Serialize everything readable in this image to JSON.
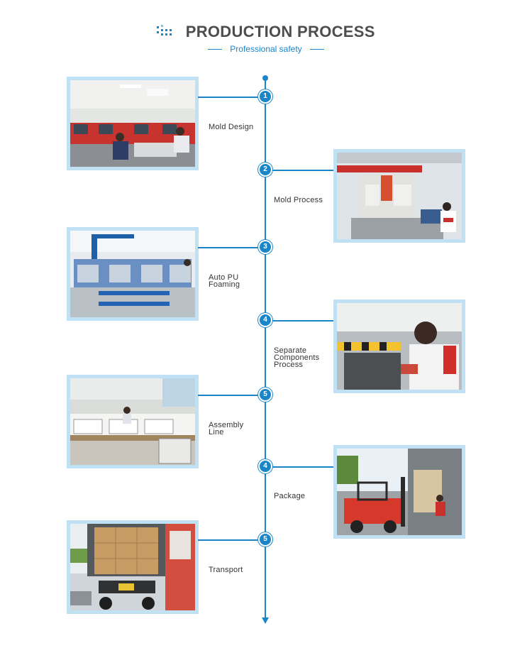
{
  "header": {
    "title": "PRODUCTION PROCESS",
    "subtitle": "Professional safety"
  },
  "colors": {
    "accent": "#1a86c8",
    "frame": "#bfe1f3",
    "title": "#4d4d4d"
  },
  "steps": [
    {
      "number": "1",
      "label_lines": [
        "Mold Design"
      ],
      "side": "left",
      "icon": "office-photo"
    },
    {
      "number": "2",
      "label_lines": [
        "Mold Process"
      ],
      "side": "right",
      "icon": "cnc-machine-photo"
    },
    {
      "number": "3",
      "label_lines": [
        "Auto PU",
        "Foaming"
      ],
      "side": "left",
      "icon": "foaming-line-photo"
    },
    {
      "number": "4",
      "label_lines": [
        "Separate",
        "Components",
        "Process"
      ],
      "side": "right",
      "icon": "worker-photo"
    },
    {
      "number": "5",
      "label_lines": [
        "Assembly",
        "Line"
      ],
      "side": "left",
      "icon": "assembly-line-photo"
    },
    {
      "number": "4",
      "label_lines": [
        "Package"
      ],
      "side": "right",
      "icon": "forklift-photo"
    },
    {
      "number": "5",
      "label_lines": [
        "Transport"
      ],
      "side": "left",
      "icon": "truck-photo"
    }
  ]
}
